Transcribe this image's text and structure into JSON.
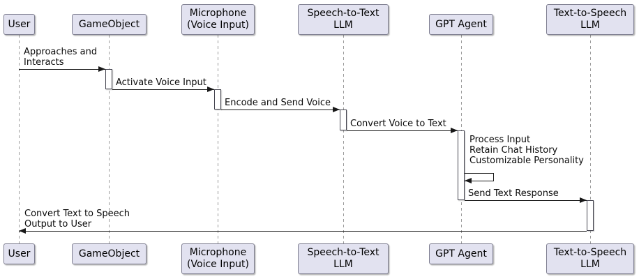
{
  "diagram": {
    "type": "uml-sequence-diagram",
    "colors": {
      "background": "#FFFFFF",
      "participant_fill": "#E2E2F0",
      "participant_border": "#7E7E90",
      "lifeline": "#9A9A9A",
      "arrow": "#181818",
      "text": "#000000"
    },
    "participants": [
      {
        "id": "user",
        "label": "User"
      },
      {
        "id": "gameobject",
        "label": "GameObject"
      },
      {
        "id": "microphone",
        "label": "Microphone\n(Voice Input)"
      },
      {
        "id": "stt-llm",
        "label": "Speech-to-Text\nLLM"
      },
      {
        "id": "gpt-agent",
        "label": "GPT Agent"
      },
      {
        "id": "tts-llm",
        "label": "Text-to-Speech\nLLM"
      }
    ],
    "messages": [
      {
        "from": "User",
        "to": "GameObject",
        "label": "Approaches and\nInteracts"
      },
      {
        "from": "GameObject",
        "to": "Microphone (Voice Input)",
        "label": "Activate Voice Input"
      },
      {
        "from": "Microphone (Voice Input)",
        "to": "Speech-to-Text LLM",
        "label": "Encode and Send Voice"
      },
      {
        "from": "Speech-to-Text LLM",
        "to": "GPT Agent",
        "label": "Convert Voice to Text"
      },
      {
        "from": "GPT Agent",
        "to": "GPT Agent",
        "label": "Process Input\nRetain Chat History\nCustomizable Personality"
      },
      {
        "from": "GPT Agent",
        "to": "Text-to-Speech LLM",
        "label": "Send Text Response"
      },
      {
        "from": "Text-to-Speech LLM",
        "to": "User",
        "label": "Convert Text to Speech\nOutput to User"
      }
    ]
  }
}
